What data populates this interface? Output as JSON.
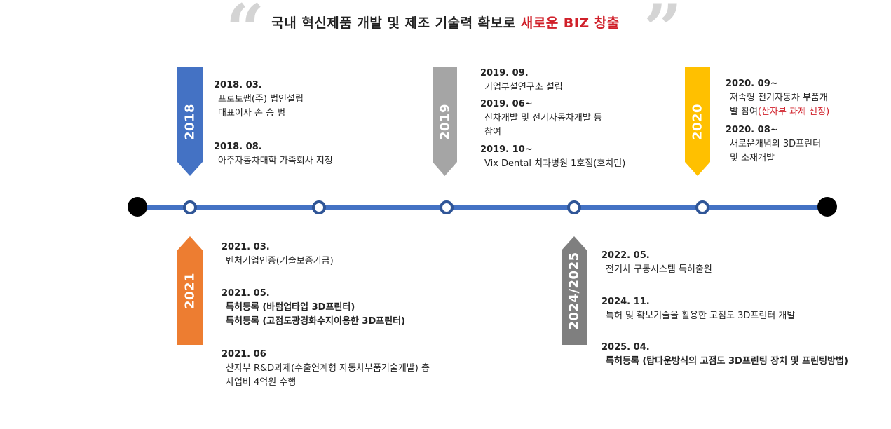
{
  "title": {
    "main": "국내 혁신제품 개발 및 제조 기술력 확보로",
    "accent": "새로운 BIZ 창출",
    "open_quote": "“",
    "close_quote": "”"
  },
  "colors": {
    "axis": "#4472c4",
    "node_ring": "#2f5597",
    "accent_red": "#d0202a",
    "y2018": "#4472c4",
    "y2019": "#a5a5a5",
    "y2020": "#ffc000",
    "y2021": "#ed7d31",
    "y2024": "#7f7f7f"
  },
  "years": {
    "y2018": "2018",
    "y2019": "2019",
    "y2020": "2020",
    "y2021": "2021",
    "y2024": "2024/2025"
  },
  "entries": {
    "e2018a": {
      "date": "2018. 03.",
      "lines": [
        "프로토팹(주) 법인설립",
        "대표이사 손 승 범"
      ]
    },
    "e2018b": {
      "date": "2018. 08.",
      "lines": [
        "아주자동차대학 가족회사 지정"
      ]
    },
    "e2019a": {
      "date": "2019. 09.",
      "lines": [
        "기업부설연구소 설립"
      ]
    },
    "e2019b": {
      "date": "2019. 06~",
      "lines": [
        "신차개발 및 전기자동차개발 등",
        "참여"
      ]
    },
    "e2019c": {
      "date": "2019. 10~",
      "lines": [
        "Vix Dental 치과병원 1호점(호치민)"
      ]
    },
    "e2020a": {
      "date": "2020. 09~",
      "line1": "저속형 전기자동차 부품개",
      "line2": "발 참여",
      "line2_red": "(산자부 과제 선정)"
    },
    "e2020b": {
      "date": "2020. 08~",
      "lines": [
        "새로운개념의 3D프린터",
        "및 소재개발"
      ]
    },
    "e2021a": {
      "date": "2021. 03.",
      "lines": [
        "벤처기업인증(기술보증기금)"
      ]
    },
    "e2021b": {
      "date": "2021. 05.",
      "lines": [
        "특허등록 (바텀업타입 3D프린터)",
        "특허등록 (고점도광경화수지이용한 3D프린터)"
      ]
    },
    "e2021c": {
      "date": "2021. 06",
      "lines": [
        "산자부 R&D과제(수출연계형 자동차부품기술개발) 총",
        "사업비 4억원 수행"
      ]
    },
    "e2022": {
      "date": "2022. 05.",
      "lines": [
        "전기차 구동시스템 특허출원"
      ]
    },
    "e2024": {
      "date": "2024. 11.",
      "lines": [
        "특허 및 확보기술을 활용한 고점도 3D프린터 개발"
      ]
    },
    "e2025": {
      "date": "2025. 04.",
      "lines": [
        "특허등록 (탑다운방식의 고점도 3D프린팅 장치 및 프린팅방법)"
      ]
    }
  }
}
